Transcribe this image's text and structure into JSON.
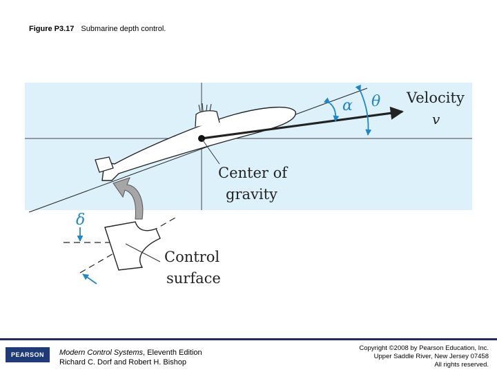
{
  "caption": {
    "figure": "Figure P3.17",
    "text": "Submarine depth control."
  },
  "diagram": {
    "labels": {
      "velocity": "Velocity",
      "v": "v",
      "alpha": "α",
      "theta": "θ",
      "delta": "δ",
      "center_line1": "Center of",
      "center_line2": "gravity",
      "control_line1": "Control",
      "control_line2": "surface"
    },
    "colors": {
      "water": "#ddf1fb",
      "accent": "#1d87c7",
      "arrow_gray": "#9a9a9a"
    }
  },
  "footer": {
    "logo": "PEARSON",
    "book_title": "Modern Control Systems",
    "book_edition": ", Eleventh Edition",
    "authors": "Richard C. Dorf and Robert H. Bishop",
    "copyright": "Copyright ©2008 by Pearson Education, Inc.",
    "address": "Upper Saddle River, New Jersey 07458",
    "rights": "All rights reserved."
  }
}
